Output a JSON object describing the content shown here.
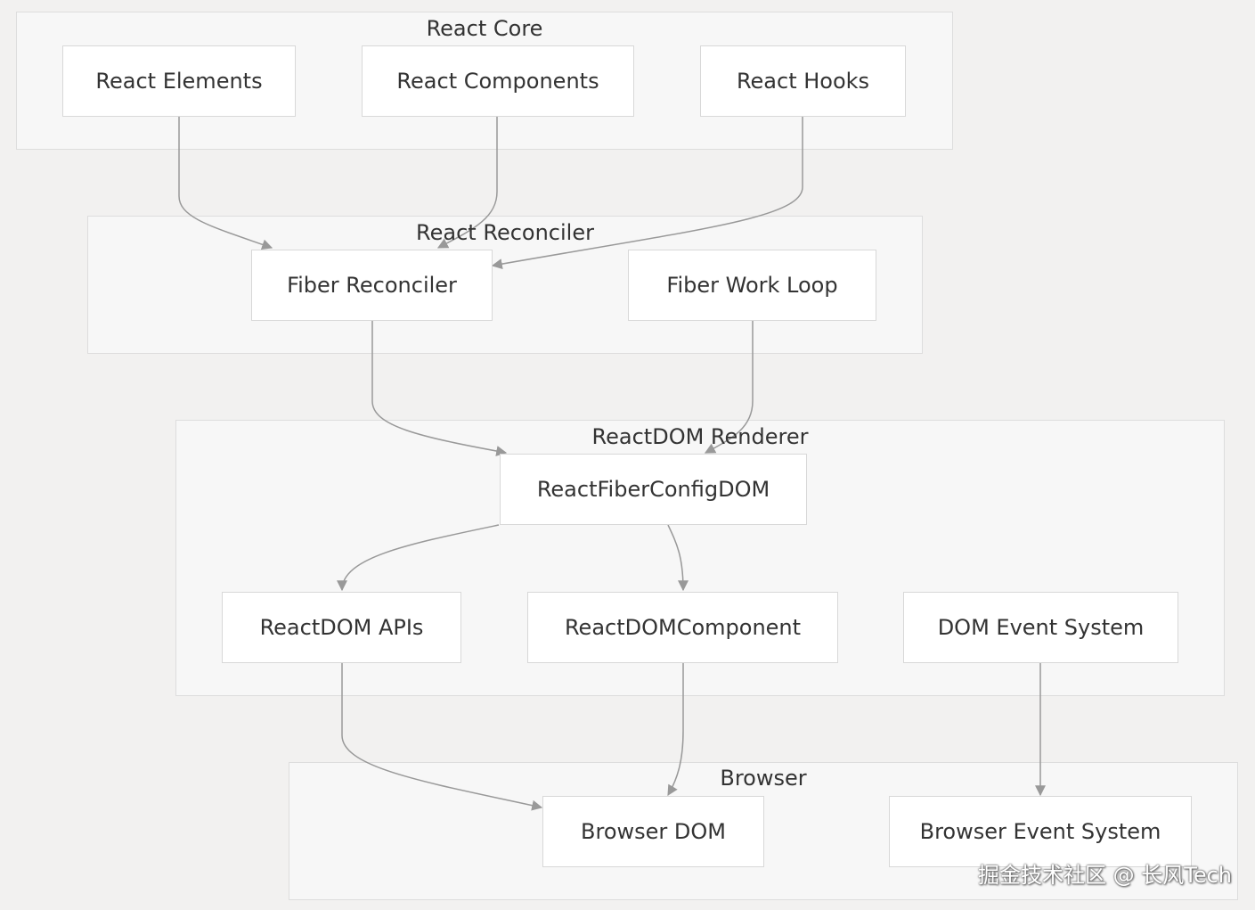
{
  "groups": {
    "core": "React Core",
    "reconciler": "React Reconciler",
    "renderer": "ReactDOM Renderer",
    "browser": "Browser"
  },
  "nodes": {
    "elements": "React Elements",
    "components": "React Components",
    "hooks": "React Hooks",
    "fiber_reconciler": "Fiber Reconciler",
    "fiber_work_loop": "Fiber Work Loop",
    "fiber_config_dom": "ReactFiberConfigDOM",
    "dom_apis": "ReactDOM APIs",
    "dom_component": "ReactDOMComponent",
    "dom_event_system": "DOM Event System",
    "browser_dom": "Browser DOM",
    "browser_event_system": "Browser Event System"
  },
  "edges": [
    {
      "from": "React Elements",
      "to": "Fiber Reconciler"
    },
    {
      "from": "React Components",
      "to": "Fiber Reconciler"
    },
    {
      "from": "React Hooks",
      "to": "Fiber Reconciler"
    },
    {
      "from": "Fiber Reconciler",
      "to": "ReactFiberConfigDOM"
    },
    {
      "from": "Fiber Work Loop",
      "to": "ReactFiberConfigDOM"
    },
    {
      "from": "ReactFiberConfigDOM",
      "to": "ReactDOM APIs"
    },
    {
      "from": "ReactFiberConfigDOM",
      "to": "ReactDOMComponent"
    },
    {
      "from": "ReactDOM APIs",
      "to": "Browser DOM"
    },
    {
      "from": "ReactDOMComponent",
      "to": "Browser DOM"
    },
    {
      "from": "DOM Event System",
      "to": "Browser Event System"
    }
  ],
  "colors": {
    "background": "#f2f1f0",
    "cluster_fill": "#f7f7f7",
    "node_fill": "#ffffff",
    "edge": "#999999"
  },
  "watermark": "掘金技术社区 @ 长风Tech"
}
